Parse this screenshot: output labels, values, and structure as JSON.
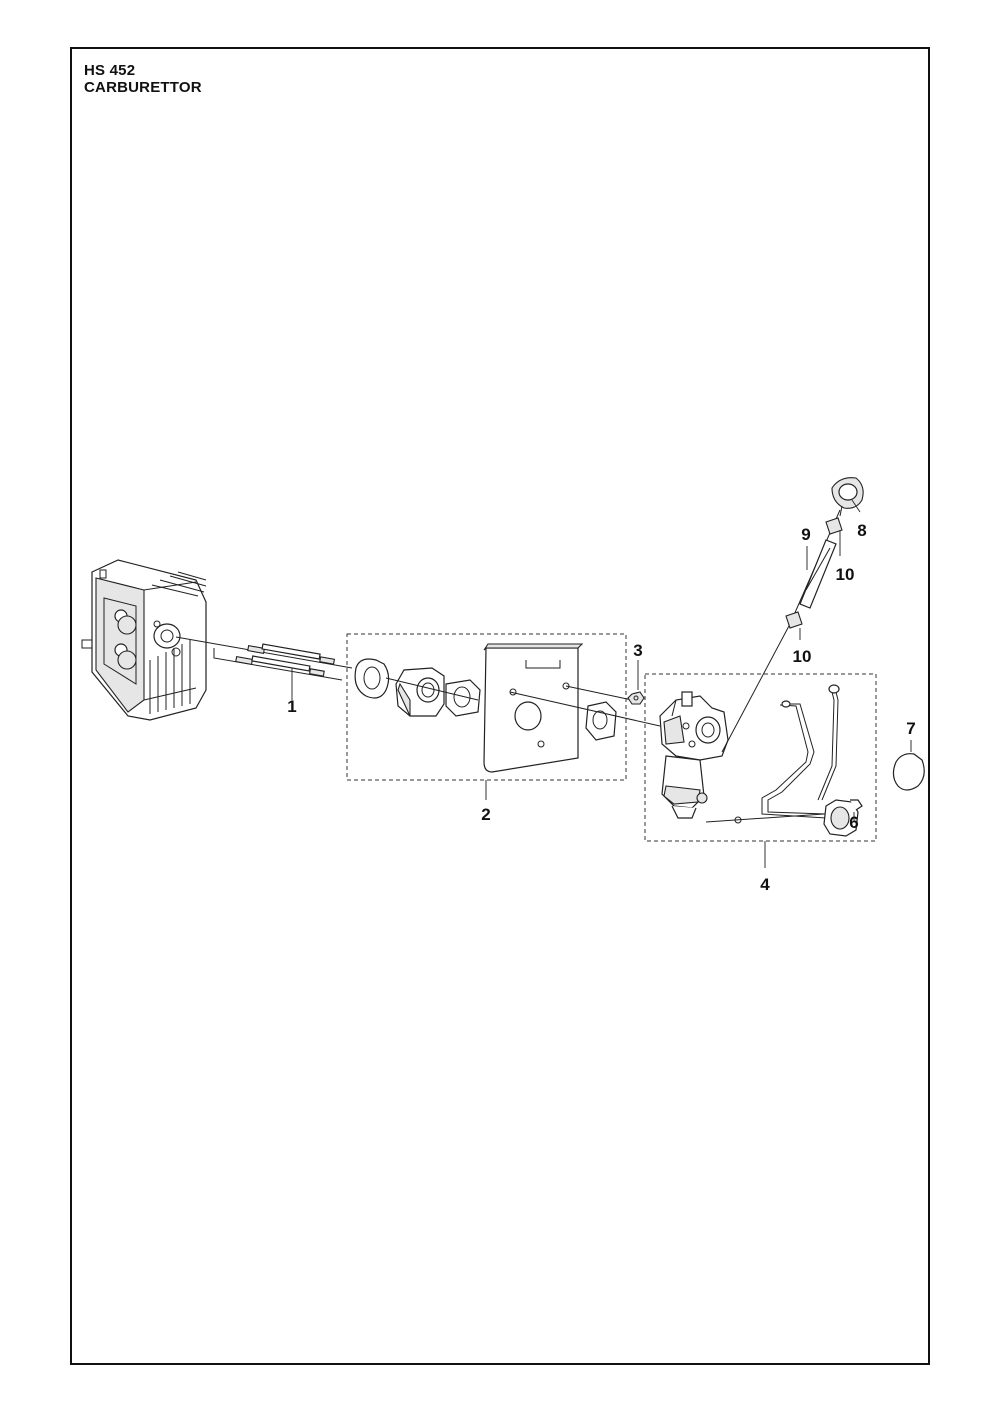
{
  "header": {
    "model": "HS 452",
    "section": "CARBURETTOR"
  },
  "callouts": [
    {
      "id": "1",
      "label": "1"
    },
    {
      "id": "2",
      "label": "2"
    },
    {
      "id": "3",
      "label": "3"
    },
    {
      "id": "4",
      "label": "4"
    },
    {
      "id": "6",
      "label": "6"
    },
    {
      "id": "7",
      "label": "7"
    },
    {
      "id": "8",
      "label": "8"
    },
    {
      "id": "9",
      "label": "9"
    },
    {
      "id": "10a",
      "label": "10"
    },
    {
      "id": "10b",
      "label": "10"
    }
  ],
  "colors": {
    "line": "#222222",
    "part_fill": "#ffffff",
    "shade": "#e6e6e6"
  }
}
